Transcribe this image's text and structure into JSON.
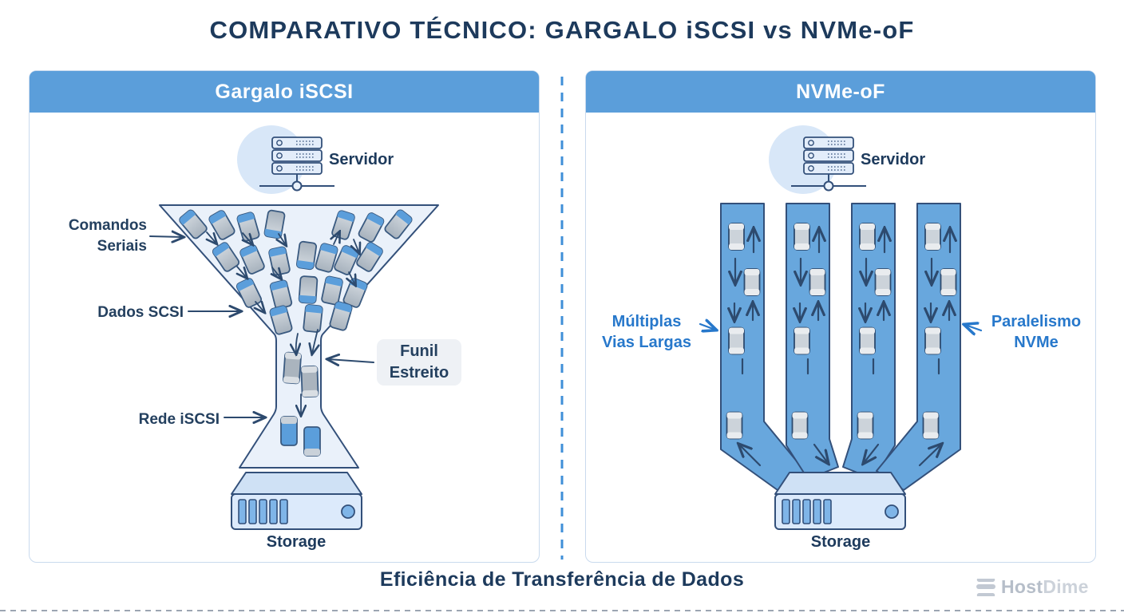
{
  "title": "COMPARATIVO TÉCNICO: GARGALO iSCSI vs NVMe-oF",
  "panels": {
    "left": {
      "header": "Gargalo iSCSI",
      "server_label": "Servidor",
      "storage_label": "Storage",
      "labels": {
        "comandos_seriais": "Comandos\nSeriais",
        "dados_scsi": "Dados SCSI",
        "funil_estreito": "Funil\nEstreito",
        "rede_iscsi": "Rede iSCSI"
      }
    },
    "right": {
      "header": "NVMe-oF",
      "server_label": "Servidor",
      "storage_label": "Storage",
      "labels": {
        "multiplas_vias": "Múltiplas\nVias Largas",
        "paralelismo_nvme": "Paralelismo\nNVMe"
      }
    }
  },
  "footer": {
    "caption": "Eficiência de Transferência de Dados",
    "brand_host": "Host",
    "brand_dime": "Dime"
  },
  "icons": [
    "server-icon",
    "storage-icon",
    "funnel-icon",
    "data-block-icon",
    "parallel-lane-icon",
    "hostdime-logo-icon"
  ],
  "colors": {
    "header_blue": "#5b9eda",
    "accent_blue": "#2778cb",
    "outline_navy": "#33507a",
    "lane_blue": "#68a7dd",
    "funnel_fill": "#eaf1fa",
    "text_navy": "#1d3a5c",
    "block_gray": "#c3cbd4",
    "block_blue": "#5b9edb",
    "panel_border": "#c9daee",
    "watermark_gray": "#c2c9d3"
  }
}
